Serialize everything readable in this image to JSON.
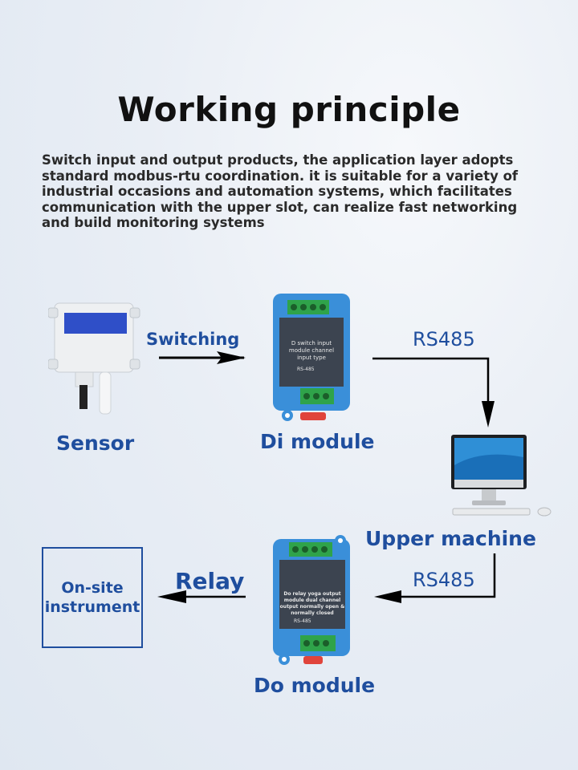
{
  "title": "Working principle",
  "description": "Switch input and output products, the application layer adopts standard modbus-rtu coordination. it is suitable for a variety of industrial occasions and automation systems, which facilitates communication with the upper slot, can realize fast networking and build monitoring systems",
  "nodes": {
    "sensor": "Sensor",
    "di_module": "Di module",
    "upper_machine": "Upper machine",
    "do_module": "Do module",
    "instrument": "On-site instrument"
  },
  "edges": {
    "switching": "Switching",
    "rs485_top": "RS485",
    "rs485_bottom": "RS485",
    "relay": "Relay"
  },
  "devices": {
    "di_label_line1": "D switch input",
    "di_label_line2": "module channel",
    "di_label_line3": "input type",
    "di_badge": "RS-485",
    "do_label_line1": "Do relay yoga output",
    "do_label_line2": "module dual channel",
    "do_label_line3": "output normally open &",
    "do_label_line4": "normally closed",
    "do_badge": "RS-485"
  },
  "colors": {
    "accent": "#1f4e9e",
    "module_blue": "#3a8fd9",
    "terminal_green": "#2fa34a"
  }
}
